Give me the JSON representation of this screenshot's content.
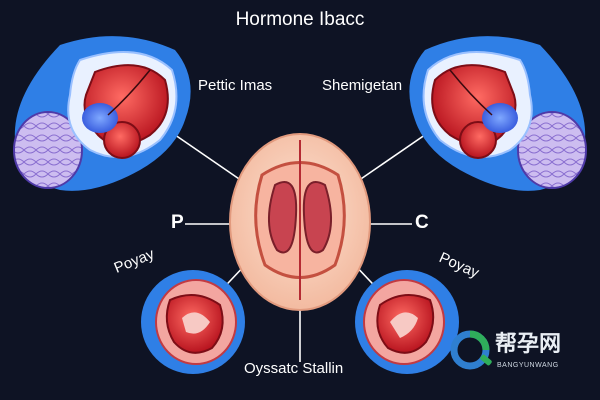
{
  "diagram": {
    "title": "Hormone Ibacc",
    "labels": {
      "top_left": "Pettic Imas",
      "top_right": "Shemigetan",
      "mid_left": "P",
      "mid_right": "C",
      "bottom_left": "Poyay",
      "bottom_right": "Poyay",
      "bottom_center": "Oyssatc Stallin"
    }
  },
  "watermark": {
    "text": "帮孕网",
    "subtext": "BANGYUNWANG"
  },
  "colors": {
    "background": "#0e1324",
    "outer_blue": "#2f7fe6",
    "tissue_red": "#d62d35",
    "center_pink": "#f6c9b2",
    "lobule_purple": "#c9b8ec",
    "connector": "#ffffff",
    "watermark_green": "#2fae5b",
    "watermark_blue": "#2f7fd0"
  }
}
